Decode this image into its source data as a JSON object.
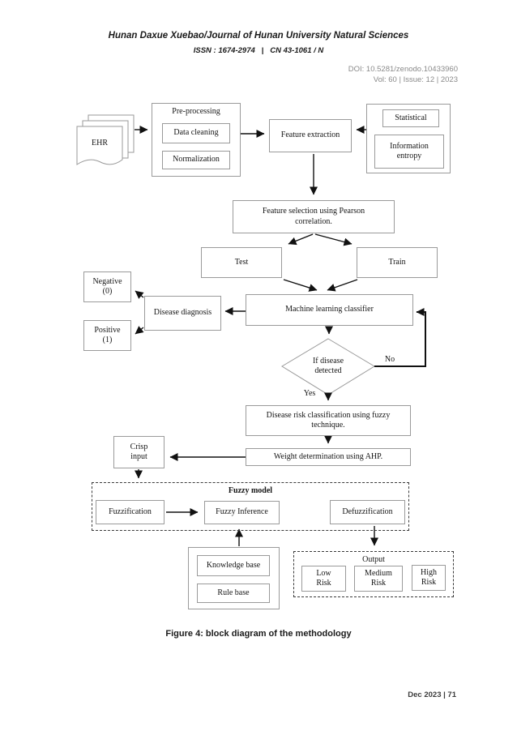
{
  "header": {
    "journal_title": "Hunan Daxue Xuebao/Journal of Hunan University Natural Sciences",
    "issn_line": "ISSN : 1674-2974   |   CN 43-1061 / N",
    "doi_line": "DOI: 10.5281/zenodo.10433960",
    "vol_line": "Vol: 60 | Issue: 12 | 2023"
  },
  "diagram": {
    "ehr": "EHR",
    "preprocessing_title": "Pre-processing",
    "data_cleaning": "Data cleaning",
    "normalization": "Normalization",
    "feature_extraction": "Feature extraction",
    "statistical": "Statistical",
    "information_entropy": "Information\nentropy",
    "feature_selection": "Feature selection using Pearson\ncorrelation.",
    "test": "Test",
    "train": "Train",
    "ml_classifier": "Machine learning classifier",
    "disease_diagnosis": "Disease diagnosis",
    "negative": "Negative\n(0)",
    "positive": "Positive\n(1)",
    "decision": "If disease\ndetected",
    "no_label": "No",
    "yes_label": "Yes",
    "disease_risk": "Disease risk classification using fuzzy\ntechnique.",
    "weight_determination": "Weight determination using AHP.",
    "crisp_input": "Crisp\ninput",
    "fuzzy_model_title": "Fuzzy model",
    "fuzzification": "Fuzzification",
    "fuzzy_inference": "Fuzzy Inference",
    "defuzzification": "Defuzzification",
    "knowledge_base": "Knowledge base",
    "rule_base": "Rule base",
    "output_title": "Output",
    "low_risk": "Low\nRisk",
    "medium_risk": "Medium\nRisk",
    "high_risk": "High\nRisk"
  },
  "caption": "Figure 4: block diagram of the methodology",
  "footer": "Dec 2023 | 71",
  "colors": {
    "box_border": "#9a9a9a",
    "dashed_border": "#3a3a3a",
    "arrow": "#111111",
    "header_gray": "#8a8a8a",
    "text": "#151515"
  }
}
